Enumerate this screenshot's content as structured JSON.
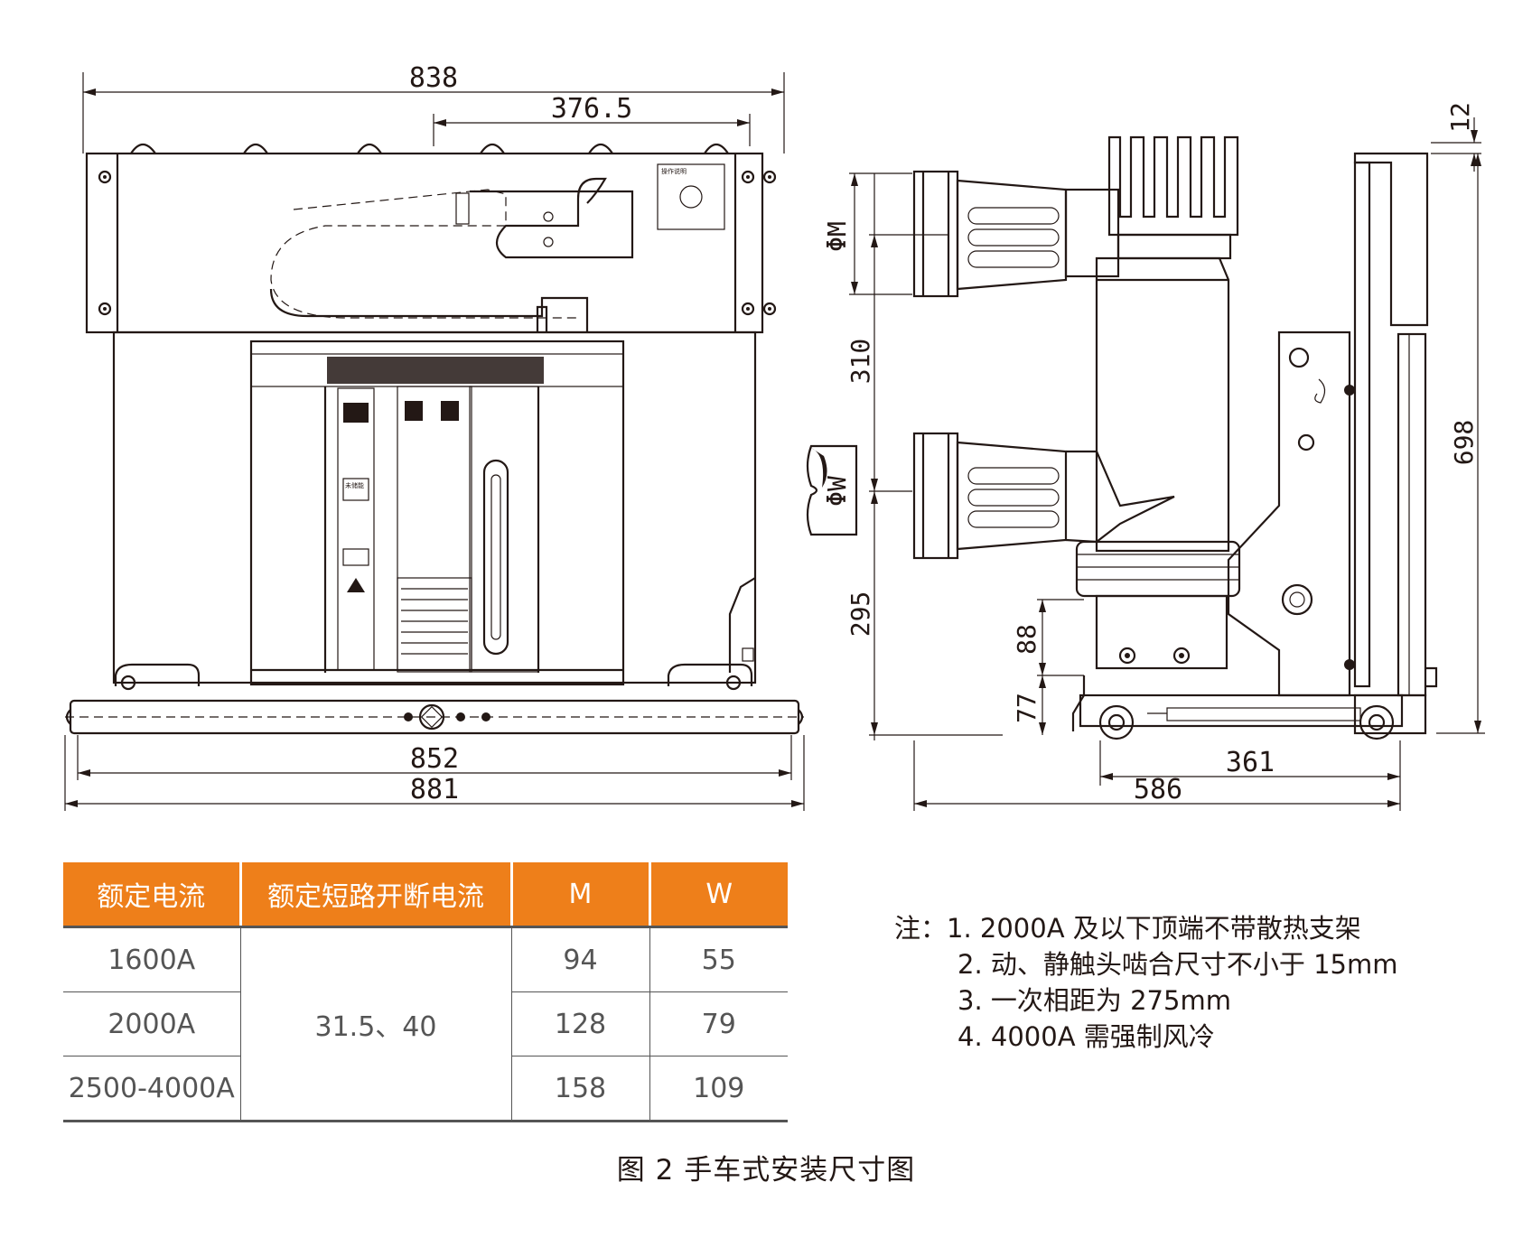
{
  "front_view": {
    "dim_top_overall": "838",
    "dim_top_partial": "376.5",
    "dim_bottom_inner": "852",
    "dim_bottom_overall": "881"
  },
  "side_view": {
    "dim_phi_m": "ΦM",
    "dim_phi_w": "ΦW",
    "dim_310": "310",
    "dim_295": "295",
    "dim_88": "88",
    "dim_77": "77",
    "dim_12": "12",
    "dim_698": "698",
    "dim_361": "361",
    "dim_586": "586"
  },
  "table": {
    "headers": [
      "额定电流",
      "额定短路开断电流",
      "M",
      "W"
    ],
    "rows": [
      {
        "current": "1600A",
        "breaking": "31.5、40",
        "m": "94",
        "w": "55"
      },
      {
        "current": "2000A",
        "m": "128",
        "w": "79"
      },
      {
        "current": "2500-4000A",
        "m": "158",
        "w": "109"
      }
    ]
  },
  "notes": {
    "label": "注：",
    "items": [
      "1. 2000A 及以下顶端不带散热支架",
      "2. 动、静触头啮合尺寸不小于 15mm",
      "3. 一次相距为 275mm",
      "4. 4000A 需强制风冷"
    ]
  },
  "caption": "图 2  手车式安装尺寸图"
}
